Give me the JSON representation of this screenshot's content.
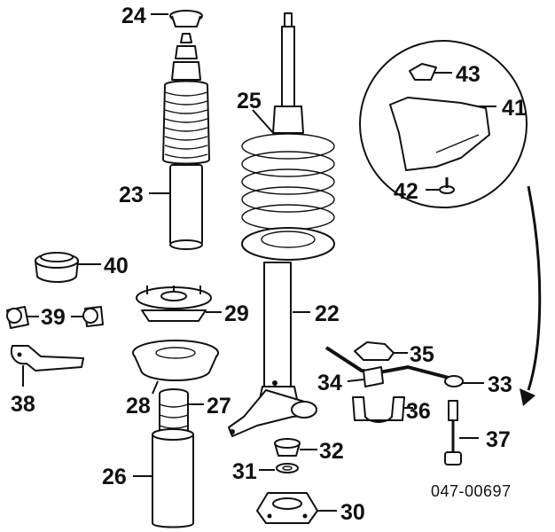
{
  "diagram_code": "047-00697",
  "callouts": {
    "c22": "22",
    "c23": "23",
    "c24": "24",
    "c25": "25",
    "c26": "26",
    "c27": "27",
    "c28": "28",
    "c29": "29",
    "c30": "30",
    "c31": "31",
    "c32": "32",
    "c33": "33",
    "c34": "34",
    "c35": "35",
    "c36": "36",
    "c37": "37",
    "c38": "38",
    "c39": "39",
    "c40": "40",
    "c41": "41",
    "c42": "42",
    "c43": "43"
  }
}
